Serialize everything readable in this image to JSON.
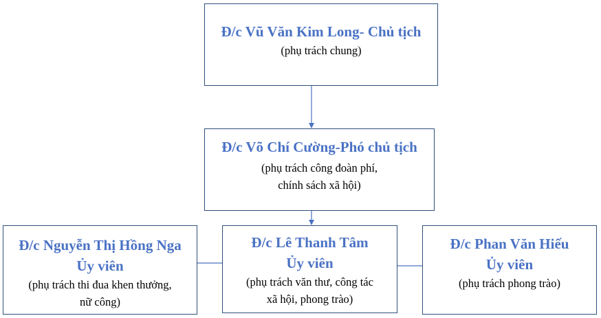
{
  "chairman": {
    "name": "Đ/c Vũ Văn Kim Long- Chủ tịch",
    "desc": "(phụ trách chung)"
  },
  "vice_chairman": {
    "name": "Đ/c Võ Chí Cường-Phó chủ tịch",
    "desc_line1": "(phụ trách công đoàn phí,",
    "desc_line2": "chính sách xã hội)"
  },
  "members": [
    {
      "name": "Đ/c Nguyễn Thị Hồng Nga",
      "role": "Ủy viên",
      "desc_line1": "(phụ trách thi đua khen thưởng,",
      "desc_line2": "nữ công)"
    },
    {
      "name": "Đ/c Lê Thanh Tâm",
      "role": "Ủy viên",
      "desc_line1": "(phụ trách văn thư, công tác",
      "desc_line2": "xã hội, phong trào)"
    },
    {
      "name": "Đ/c Phan Văn Hiếu",
      "role": "Ủy viên",
      "desc_line1": "(phụ trách phong trào)",
      "desc_line2": ""
    }
  ],
  "colors": {
    "name_text": "#4a72c4",
    "border": "#2f4f7a",
    "connector": "#4a72c4"
  }
}
